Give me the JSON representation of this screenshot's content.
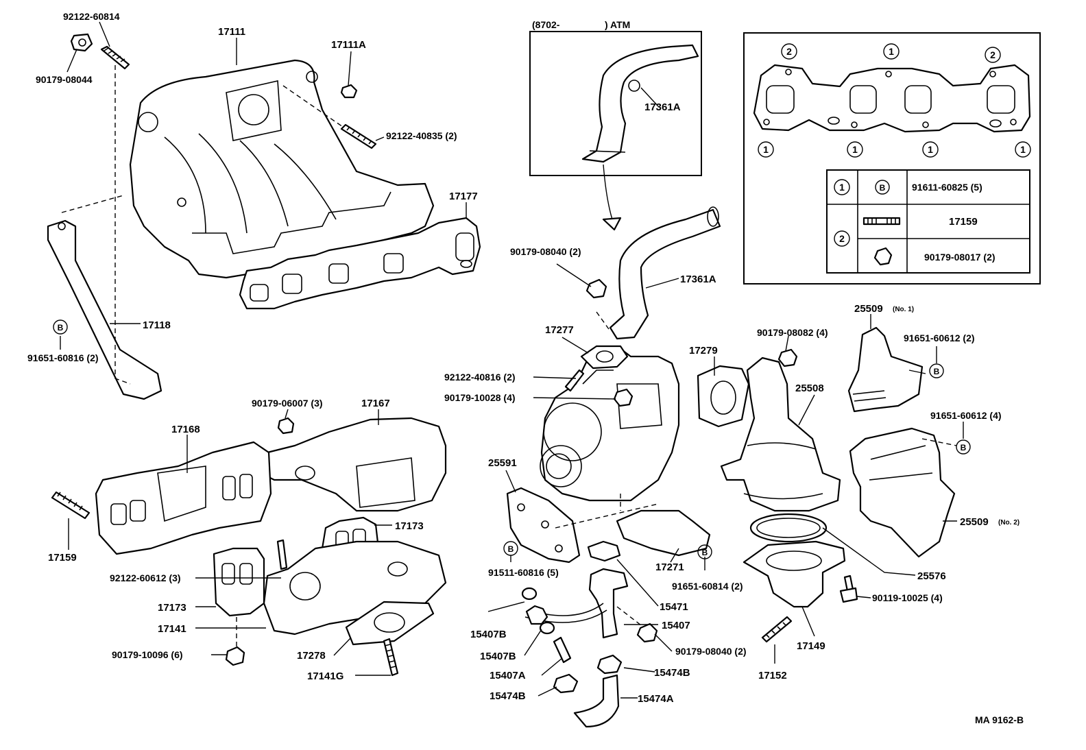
{
  "callouts": {
    "p92122_60814": "92122-60814",
    "p90179_08044": "90179-08044",
    "p17111": "17111",
    "p17111A": "17111A",
    "p92122_40835": "92122-40835 (2)",
    "p17177": "17177",
    "p17118": "17118",
    "p91651_60816": "91651-60816 (2)",
    "p90179_06007": "90179-06007 (3)",
    "p17167": "17167",
    "p17168": "17168",
    "p17159": "17159",
    "p17173a": "17173",
    "p92122_60612": "92122-60612 (3)",
    "p17173b": "17173",
    "p17141": "17141",
    "p90179_10096": "90179-10096 (6)",
    "p17278": "17278",
    "p17141G": "17141G",
    "p17361A_top": "17361A",
    "p90179_08040a": "90179-08040 (2)",
    "p17361A": "17361A",
    "p17277": "17277",
    "p92122_40816": "92122-40816 (2)",
    "p90179_10028": "90179-10028 (4)",
    "p25591": "25591",
    "p91511_60816": "91511-60816 (5)",
    "p17271": "17271",
    "p91651_60814": "91651-60814 (2)",
    "p15471": "15471",
    "p15407B_a": "15407B",
    "p15407": "15407",
    "p15407B_b": "15407B",
    "p90179_08040b": "90179-08040 (2)",
    "p15407A": "15407A",
    "p15474B_a": "15474B",
    "p15474B_b": "15474B",
    "p15474A": "15474A",
    "p17279": "17279",
    "p90179_08082": "90179-08082 (4)",
    "p25508": "25508",
    "p25509_no1": "25509",
    "p25509_no1_note": "(No. 1)",
    "p91651_60612a": "91651-60612 (2)",
    "p91651_60612b": "91651-60612 (4)",
    "p25509_no2": "25509",
    "p25509_no2_note": "(No. 2)",
    "p25576": "25576",
    "p90119_10025": "90119-10025 (4)",
    "p17149": "17149",
    "p17152": "17152"
  },
  "inset_atm": {
    "title_prefix": "(8702-",
    "title_suffix": ") ATM"
  },
  "gasket_inset": {
    "markers": {
      "one": "①",
      "two": "②",
      "b": "B"
    },
    "table": [
      {
        "marker": "①",
        "symbol": "B",
        "part": "91611-60825 (5)"
      },
      {
        "marker": "②",
        "symbol": "stud",
        "part": "17159"
      },
      {
        "marker": "",
        "symbol": "nut",
        "part": "90179-08017 (2)"
      }
    ]
  },
  "symbols": {
    "b_marker": "B"
  },
  "footer": {
    "code": "MA 9162-B"
  }
}
